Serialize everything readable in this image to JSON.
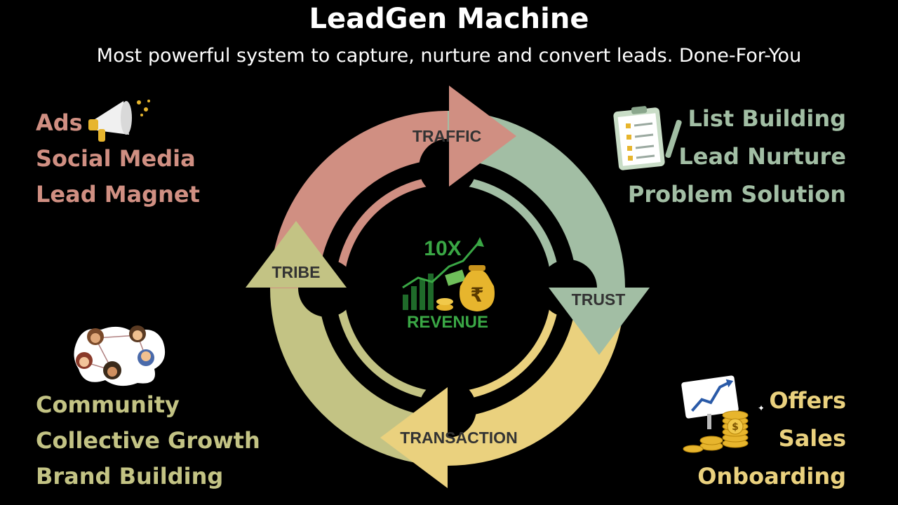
{
  "title": "LeadGen Machine",
  "subtitle": "Most powerful system to capture, nurture and convert leads. Done-For-You",
  "colors": {
    "traffic": "#d08f82",
    "trust": "#a2bea4",
    "transaction": "#ead17e",
    "tribe": "#c3c384",
    "background": "#000000",
    "center_text": "#3aa745",
    "coin": "#e7b52d"
  },
  "stages": {
    "traffic": "TRAFFIC",
    "trust": "TRUST",
    "transaction": "TRANSACTION",
    "tribe": "TRIBE"
  },
  "center": {
    "top_label": "10X",
    "bottom_label": "REVENUE",
    "currency_symbol": "₹"
  },
  "groups": {
    "traffic": [
      "Ads",
      "Social Media",
      "Lead Magnet"
    ],
    "trust": [
      "List Building",
      "Lead Nurture",
      "Problem Solution"
    ],
    "tribe": [
      "Community",
      "Collective Growth",
      "Brand Building"
    ],
    "transaction": [
      "Offers",
      "Sales",
      "Onboarding"
    ]
  },
  "icons": {
    "traffic": "megaphone-icon",
    "trust": "clipboard-checklist-icon",
    "tribe": "community-people-icon",
    "transaction": "chart-coins-icon"
  }
}
